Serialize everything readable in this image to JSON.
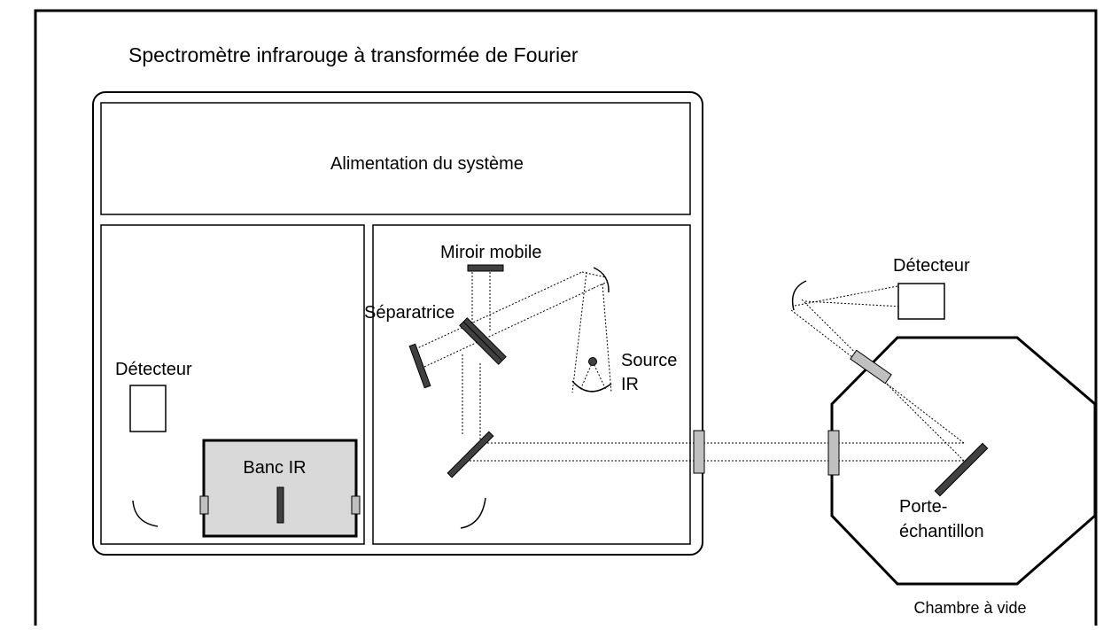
{
  "title": "Spectromètre infrarouge à transformée de Fourier",
  "labels": {
    "power_supply": "Alimentation du système",
    "moving_mirror": "Miroir mobile",
    "beam_splitter": "Séparatrice",
    "source_line1": "Source",
    "source_line2": "IR",
    "detector_internal": "Détecteur",
    "ir_bench": "Banc IR",
    "detector_external": "Détecteur",
    "sample_holder_line1": "Porte-",
    "sample_holder_line2": "échantillon",
    "vacuum_chamber": "Chambre à vide"
  },
  "colors": {
    "line": "#000000",
    "mirror": "#404040",
    "window": "#c0c0c0",
    "bench_fill": "#d9d9d9",
    "background": "#ffffff"
  }
}
